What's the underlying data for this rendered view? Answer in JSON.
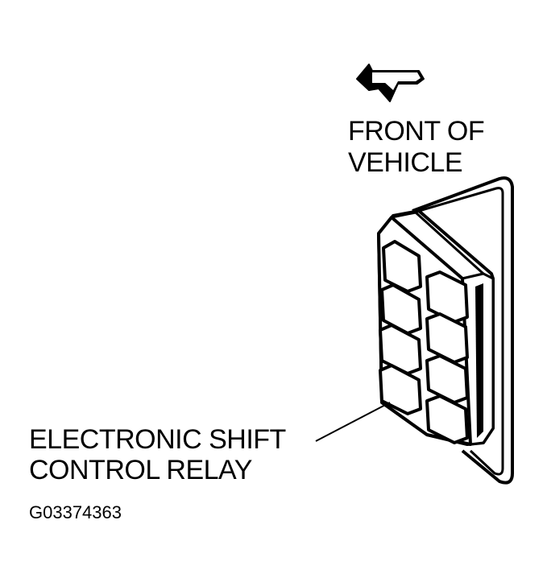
{
  "labels": {
    "front_line1": "FRONT OF",
    "front_line2": "VEHICLE",
    "relay_line1": "ELECTRONIC SHIFT",
    "relay_line2": "CONTROL RELAY",
    "figure_id": "G03374363"
  },
  "icons": {
    "direction_arrow": "arrow-left-icon"
  },
  "colors": {
    "ink": "#000000",
    "paper": "#ffffff"
  }
}
